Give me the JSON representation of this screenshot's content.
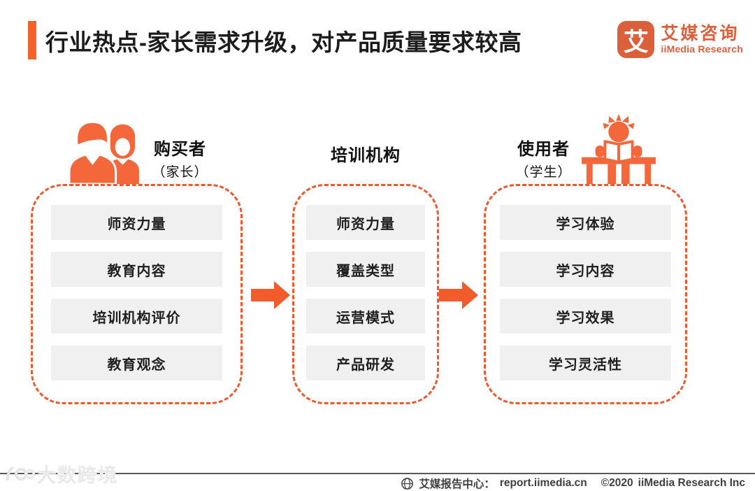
{
  "theme": {
    "accent": "#F2632C",
    "icon": "#F4673A",
    "dash": "#F0572B",
    "arrow": "#F45B2B",
    "itemBg": "#F0F0F0",
    "logo": "#DC5F3C"
  },
  "header": {
    "title": "行业热点-家长需求升级，对产品质量要求较高"
  },
  "logo": {
    "mark": "艾",
    "name_cn": "艾媒咨询",
    "name_en": "iiMedia Research"
  },
  "diagram": {
    "columns": [
      {
        "id": "buyer",
        "title": "购买者",
        "subtitle": "（家长）",
        "items": [
          "师资力量",
          "教育内容",
          "培训机构评价",
          "教育观念"
        ]
      },
      {
        "id": "institution",
        "title": "培训机构",
        "subtitle": "",
        "items": [
          "师资力量",
          "覆盖类型",
          "运营模式",
          "产品研发"
        ]
      },
      {
        "id": "user",
        "title": "使用者",
        "subtitle": "（学生）",
        "items": [
          "学习体验",
          "学习内容",
          "学习效果",
          "学习灵活性"
        ]
      }
    ]
  },
  "footer": {
    "center_label": "艾媒报告中心：",
    "url": "report.iimedia.cn",
    "copyright": "©2020",
    "company": "iiMedia Research Inc",
    "watermark": "大数跨境"
  }
}
